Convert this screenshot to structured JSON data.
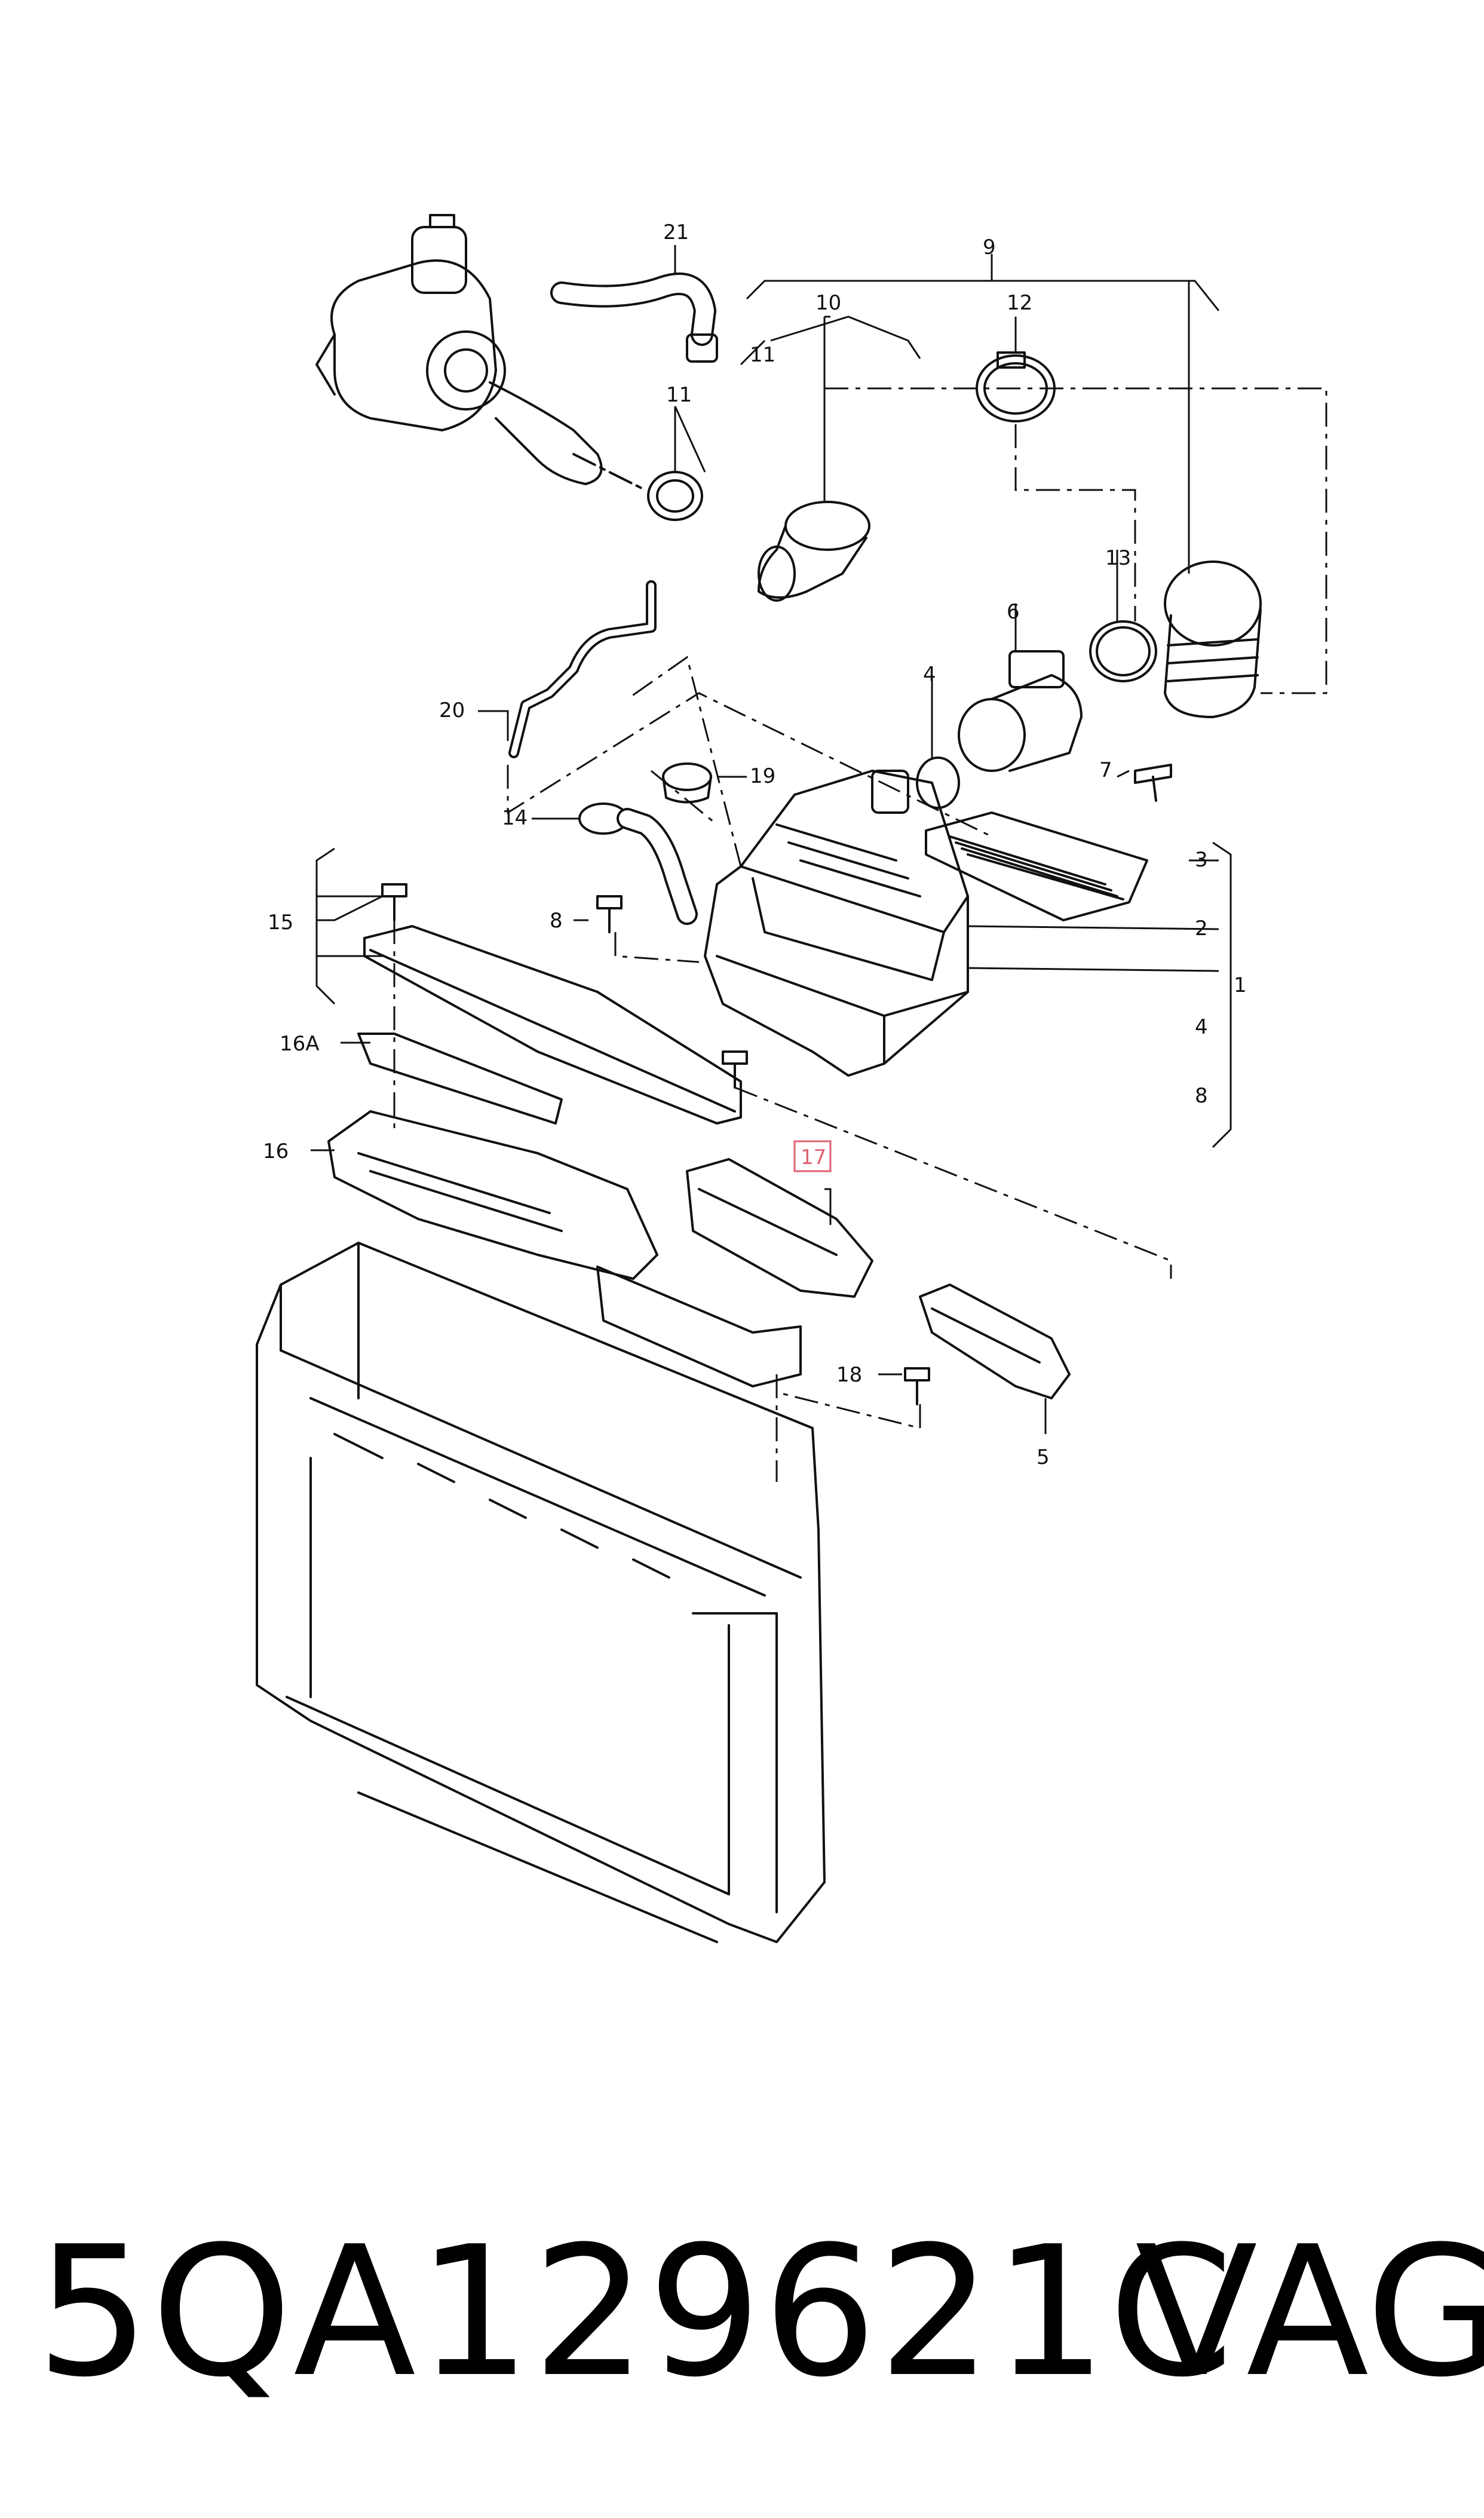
{
  "diagram": {
    "callouts": [
      {
        "id": "21",
        "label": "21"
      },
      {
        "id": "9",
        "label": "9"
      },
      {
        "id": "10",
        "label": "10"
      },
      {
        "id": "12",
        "label": "12"
      },
      {
        "id": "11a",
        "label": "11"
      },
      {
        "id": "11b",
        "label": "11"
      },
      {
        "id": "13",
        "label": "13"
      },
      {
        "id": "6",
        "label": "6"
      },
      {
        "id": "4a",
        "label": "4"
      },
      {
        "id": "7",
        "label": "7"
      },
      {
        "id": "20",
        "label": "20"
      },
      {
        "id": "19",
        "label": "19"
      },
      {
        "id": "14",
        "label": "14"
      },
      {
        "id": "3",
        "label": "3"
      },
      {
        "id": "2",
        "label": "2"
      },
      {
        "id": "1",
        "label": "1"
      },
      {
        "id": "4b",
        "label": "4"
      },
      {
        "id": "8a",
        "label": "8"
      },
      {
        "id": "15",
        "label": "15"
      },
      {
        "id": "16A",
        "label": "16A"
      },
      {
        "id": "16",
        "label": "16"
      },
      {
        "id": "17",
        "label": "17",
        "highlighted": true
      },
      {
        "id": "18",
        "label": "18"
      },
      {
        "id": "5",
        "label": "5"
      },
      {
        "id": "8b",
        "label": "8"
      }
    ],
    "highlight_color": "#e06070",
    "line_color": "#111111"
  },
  "footer": {
    "part_number": "5QA129621C",
    "brand": "VAG"
  }
}
